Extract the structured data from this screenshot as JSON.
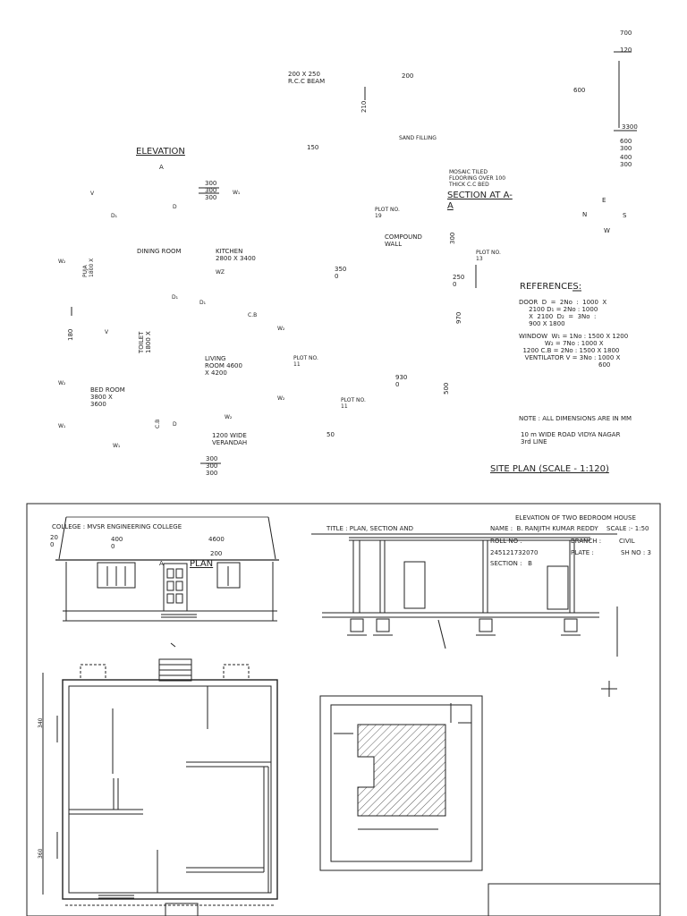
{
  "top": {
    "elevation": "ELEVATION",
    "section_aa": "SECTION AT A-\nA",
    "references": "REFERENCES:",
    "door_ref": "DOOR  D  =  2No  :  1000  X\n     2100 D₁ = 2No : 1000\n     X  2100  D₂  =  3No  :\n     900 X 1800",
    "window_ref": "WINDOW  W₁ = 1No : 1500 X 1200\n             W₂ = 7No : 1000 X\n  1200 C.B = 2No : 1500 X 1800\n   VENTILATOR V = 3No : 1000 X\n                                        600",
    "note": "NOTE : ALL DIMENSIONS ARE IN MM",
    "road": "10 m WIDE ROAD VIDYA NAGAR\n3rd LINE",
    "site_plan": "SITE PLAN (SCALE - 1:120)",
    "beam": "200 X 250\nR.C.C BEAM",
    "d200": "200",
    "d210": "210",
    "d150": "150",
    "sand": "SAND FILLING",
    "mosaic": "MOSAIC TILED\nFLOORING OVER 100\nTHICK C.C BED",
    "d700": "700",
    "d120": "120",
    "d600": "600",
    "d3300": "3300",
    "d600_300": "600\n300",
    "d400_300": "400\n300",
    "dim_300x3_a": "300\n300\n300",
    "dim_300x3_b": "300\n300\n300",
    "compass_e": "E",
    "compass_n": "N",
    "compass_s": "S",
    "compass_w": "W",
    "a_label": "A",
    "v_label": "V",
    "d_sub1": "D₁",
    "d_label": "D",
    "w1_label": "W₁",
    "plot19": "PLOT NO.\n19",
    "compound": "COMPOUND\nWALL",
    "d300": "300",
    "plot13": "PLOT NO.\n13",
    "w2_a": "W₂",
    "puja": "PUJA\n1800 X",
    "dining": "DINING ROOM",
    "kitchen": "KITCHEN\n2800 X 3400",
    "wz": "WZ",
    "d3500": "350\n0",
    "d2500": "250\n0",
    "d970": "970",
    "d1_b": "D₁",
    "d1_c": "D₁",
    "cb_a": "C.B",
    "d180": "180",
    "v2": "V",
    "toilet": "TOILET\n1800 X",
    "w2_b": "W₂",
    "living": "LIVING\nROOM 4600\nX 4200",
    "plot11a": "PLOT NO.\n11",
    "d9300": "930\n0",
    "d500": "500",
    "w2_c": "W₂",
    "bedroom": "BED ROOM\n3800 X\n3600",
    "w2_d": "W₂",
    "plot11b": "PLOT NO.\n11",
    "w2_e": "W₂",
    "w1_b": "W₁",
    "cb_b": "C.B",
    "d_b": "D",
    "veranda": "1200 WIDE\nVERANDAH",
    "d50": "50",
    "w1_c": "W₁"
  },
  "sheet": {
    "college": "COLLEGE : MVSR ENGINEERING COLLEGE",
    "d20": "20\n0",
    "d400": "400\n0",
    "d4600": "4600",
    "d200b": "200",
    "plan_a": "A",
    "plan": "PLAN",
    "title": "TITLE : PLAN, SECTION AND",
    "elev_title": "ELEVATION OF TWO BEDROOM HOUSE",
    "name": "NAME :  B. RANJITH KUMAR REDDY",
    "scale": "SCALE :- 1:50",
    "roll": "ROLL NO :",
    "roll_val": "245121732070",
    "branch": "BRANCH :",
    "branch_val": "CIVIL",
    "plate": "PLATE :",
    "sh": "SH NO : 3",
    "section": "SECTION :   B",
    "d340": "340",
    "d360": "360"
  }
}
